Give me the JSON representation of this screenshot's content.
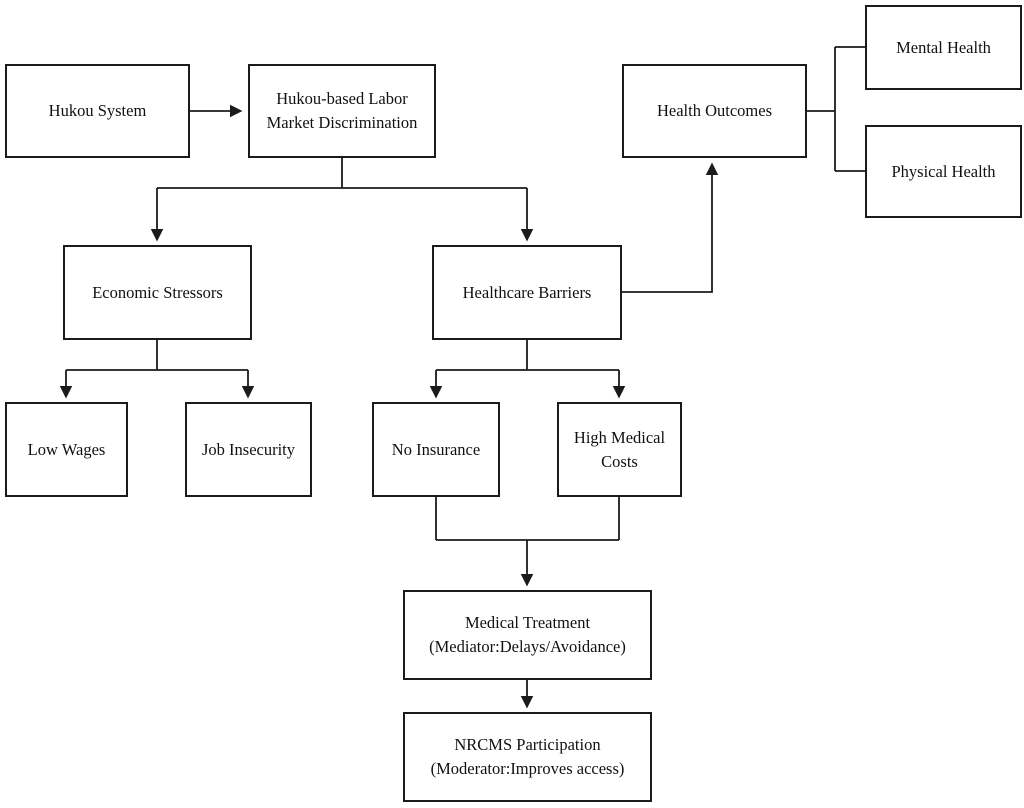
{
  "diagram": {
    "type": "flowchart",
    "colors": {
      "background": "#ffffff",
      "box_border": "#1b1b1b",
      "line": "#1b1b1b",
      "text": "#111111"
    },
    "nodes": {
      "hukou_system": {
        "label": "Hukou System"
      },
      "labor_discrimination": {
        "label": "Hukou-based Labor\nMarket Discrimination"
      },
      "health_outcomes": {
        "label": "Health Outcomes"
      },
      "mental_health": {
        "label": "Mental Health"
      },
      "physical_health": {
        "label": "Physical Health"
      },
      "economic_stressors": {
        "label": "Economic Stressors"
      },
      "healthcare_barriers": {
        "label": "Healthcare Barriers"
      },
      "low_wages": {
        "label": "Low Wages"
      },
      "job_insecurity": {
        "label": "Job Insecurity"
      },
      "no_insurance": {
        "label": "No Insurance"
      },
      "high_medical_costs": {
        "label": "High Medical\nCosts"
      },
      "medical_treatment": {
        "label": "Medical Treatment\n(Mediator:Delays/Avoidance)"
      },
      "nrcms_participation": {
        "label": "NRCMS Participation\n(Moderator:Improves access)"
      }
    },
    "edges": [
      {
        "from": "Hukou System",
        "to": "Hukou-based Labor Market Discrimination",
        "arrow": true
      },
      {
        "from": "Hukou-based Labor Market Discrimination",
        "to": "Economic Stressors",
        "arrow": true
      },
      {
        "from": "Hukou-based Labor Market Discrimination",
        "to": "Healthcare Barriers",
        "arrow": true
      },
      {
        "from": "Economic Stressors",
        "to": "Low Wages",
        "arrow": true
      },
      {
        "from": "Economic Stressors",
        "to": "Job Insecurity",
        "arrow": true
      },
      {
        "from": "Healthcare Barriers",
        "to": "No Insurance",
        "arrow": true
      },
      {
        "from": "Healthcare Barriers",
        "to": "High Medical Costs",
        "arrow": true
      },
      {
        "from": "No Insurance",
        "to": "Medical Treatment (Mediator:Delays/Avoidance)",
        "arrow": true
      },
      {
        "from": "High Medical Costs",
        "to": "Medical Treatment (Mediator:Delays/Avoidance)",
        "arrow": true
      },
      {
        "from": "Medical Treatment (Mediator:Delays/Avoidance)",
        "to": "NRCMS Participation (Moderator:Improves access)",
        "arrow": true
      },
      {
        "from": "Healthcare Barriers",
        "to": "Health Outcomes",
        "arrow": true
      },
      {
        "from": "Health Outcomes",
        "to": "Mental Health",
        "arrow": false
      },
      {
        "from": "Health Outcomes",
        "to": "Physical Health",
        "arrow": false
      }
    ]
  }
}
